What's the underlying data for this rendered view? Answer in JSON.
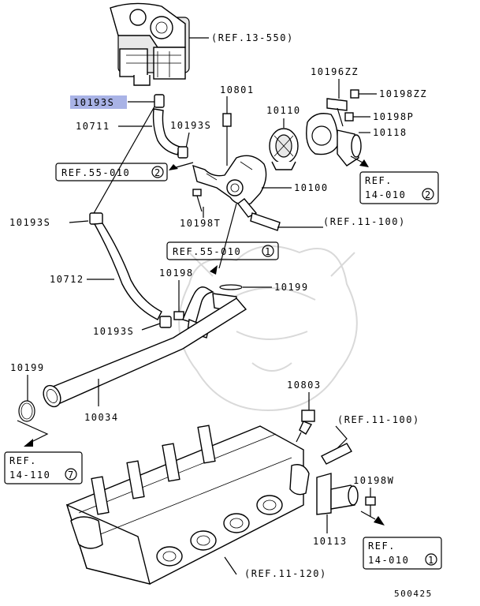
{
  "diagram_id": "500425",
  "highlight_color": "#a9b3e6",
  "labels": {
    "ref_13_550": "(REF.13-550)",
    "p10193s_top": "10193S",
    "p10711": "10711",
    "p10193s_mid": "10193S",
    "p10801": "10801",
    "p10110": "10110",
    "p10196zz": "10196ZZ",
    "p10198zz": "10198ZZ",
    "p10198p": "10198P",
    "p10118": "10118",
    "p10100": "10100",
    "p10198t": "10198T",
    "ref_11_100_a": "(REF.11-100)",
    "p10193s_left": "10193S",
    "p10712": "10712",
    "p10198": "10198",
    "p10199_right": "10199",
    "p10193s_low": "10193S",
    "p10199_left": "10199",
    "p10034": "10034",
    "p10803": "10803",
    "ref_11_100_b": "(REF.11-100)",
    "p10198w": "10198W",
    "p10113": "10113",
    "ref_11_120": "(REF.11-120)"
  },
  "boxes": {
    "ref_55_010_top": {
      "text": "REF.55-010",
      "num": "2"
    },
    "ref_55_010_mid": {
      "text": "REF.55-010",
      "num": "1"
    },
    "ref_14_010_a": {
      "line1": "REF.",
      "line2": "14-010",
      "num": "2"
    },
    "ref_14_110": {
      "line1": "REF.",
      "line2": "14-110",
      "num": "7"
    },
    "ref_14_010_b": {
      "line1": "REF.",
      "line2": "14-010",
      "num": "1"
    }
  }
}
